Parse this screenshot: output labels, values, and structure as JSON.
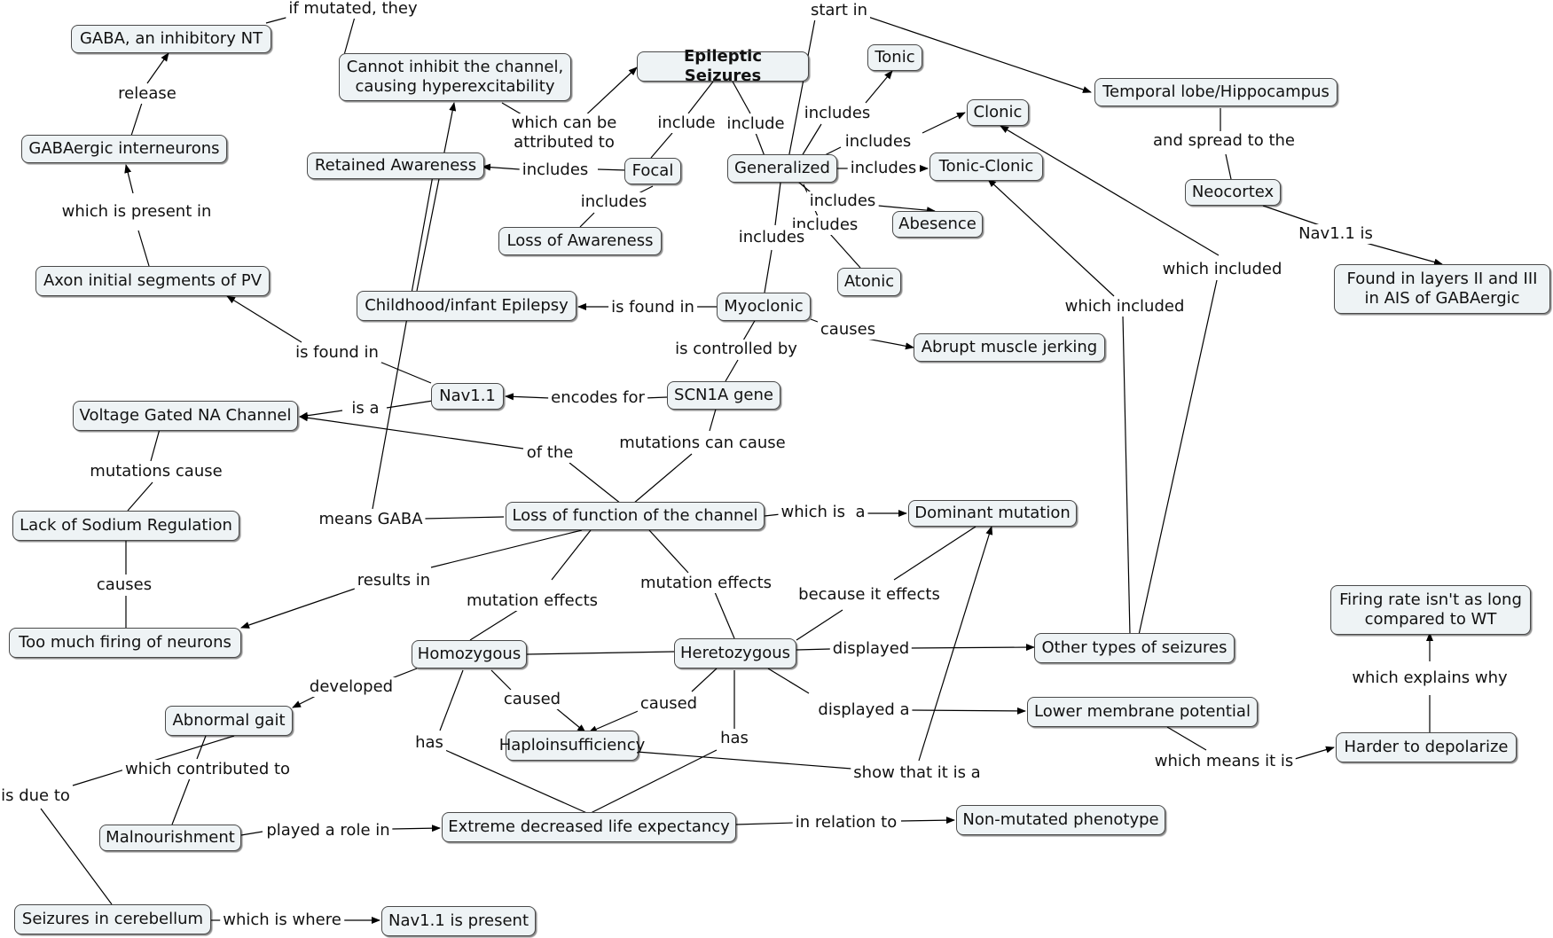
{
  "nodes": {
    "gaba": "GABA, an inhibitory NT",
    "cannot": "Cannot inhibit the channel,\ncausing hyperexcitability",
    "epileptic": "Epileptic Seizures",
    "tonic": "Tonic",
    "clonic": "Clonic",
    "temporal": "Temporal lobe/Hippocampus",
    "gabaergic": "GABAergic interneurons",
    "retained": "Retained Awareness",
    "focal": "Focal",
    "generalized": "Generalized",
    "tonicclonic": "Tonic-Clonic",
    "neocortex": "Neocortex",
    "loss_awareness": "Loss of Awareness",
    "absence": "Abesence",
    "found_layers": "Found in layers II and III\nin AIS of GABAergic",
    "axon": "Axon initial segments of PV",
    "childhood": "Childhood/infant Epilepsy",
    "myoclonic": "Myoclonic",
    "atonic": "Atonic",
    "abrupt": "Abrupt muscle jerking",
    "nav11": "Nav1.1",
    "vgnc": "Voltage Gated NA Channel",
    "scn1a": "SCN1A gene",
    "lack_na": "Lack of Sodium Regulation",
    "lof": "Loss of function of the channel",
    "dominant": "Dominant mutation",
    "firing_rate": "Firing rate isn't as long\ncompared to WT",
    "too_much": "Too much firing of neurons",
    "homozygous": "Homozygous",
    "heterozygous": "Heretozygous",
    "other_types": "Other types of seizures",
    "abnormal_gait": "Abnormal gait",
    "lower_mp": "Lower membrane potential",
    "haplo": "Haploinsufficiency",
    "harder": "Harder to depolarize",
    "malnourishment": "Malnourishment",
    "extreme": "Extreme decreased life expectancy",
    "nonmutated": "Non-mutated phenotype",
    "seizures_cereb": "Seizures in cerebellum",
    "nav_present": "Nav1.1 is present"
  },
  "links": {
    "if_mutated": "if mutated, they",
    "start_in": "start in",
    "release": "release",
    "which_attributed": "which can be\nattributed to",
    "include_focal": "include",
    "include_gen": "include",
    "includes_tonic": "includes",
    "includes_clonic": "includes",
    "and_spread": "and spread to the",
    "includes_retained": "includes",
    "includes_tc": "includes",
    "which_present_in": "which is present in",
    "includes_loss": "includes",
    "includes_absence": "includes",
    "includes_atonic": "includes",
    "nav_is": "Nav1.1 is",
    "includes_myo": "includes",
    "which_included_clonic": "which included",
    "is_found_in_child": "is found in",
    "causes_abrupt": "causes",
    "which_included_tc": "which included",
    "is_found_in_axon": "is found in",
    "is_controlled": "is controlled by",
    "is_a": "is a",
    "encodes_for": "encodes for",
    "mutations_can_cause": "mutations can cause",
    "of_the": "of the",
    "mutations_cause": "mutations cause",
    "means_gaba": "means GABA",
    "which_is_a": "which is  a",
    "causes_too": "causes",
    "results_in": "results in",
    "because_effects": "because it effects",
    "mutation_effects_homo": "mutation effects",
    "mutation_effects_het": "mutation effects",
    "which_explains": "which explains why",
    "displayed_other": "displayed",
    "developed": "developed",
    "caused_homo": "caused",
    "caused_het": "caused",
    "displayed_a": "displayed a",
    "has_homo": "has",
    "has_het": "has",
    "which_contributed": "which contributed to",
    "which_means": "which means it is",
    "show_that": "show that it is a",
    "is_due_to": "is due to",
    "played_role": "played a role in",
    "in_relation": "in relation to",
    "which_is_where": "which is where"
  }
}
